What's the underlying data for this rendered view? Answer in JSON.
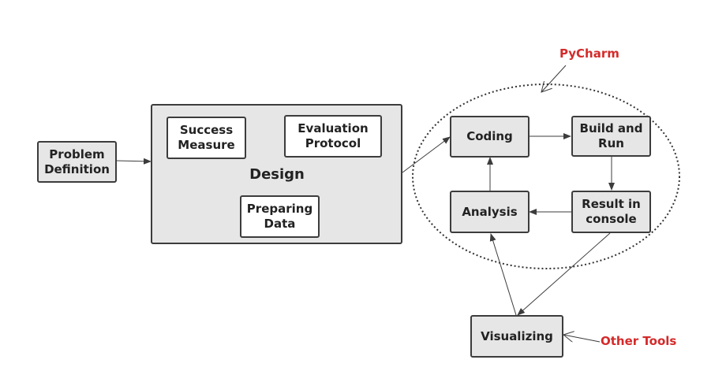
{
  "nodes": {
    "problem_definition": "Problem\nDefinition",
    "design": "Design",
    "success_measure": "Success\nMeasure",
    "evaluation_protocol": "Evaluation\nProtocol",
    "preparing_data": "Preparing\nData",
    "coding": "Coding",
    "build_and_run": "Build and\nRun",
    "analysis": "Analysis",
    "result_in_console": "Result in\nconsole",
    "visualizing": "Visualizing"
  },
  "tools": {
    "pycharm": "PyCharm",
    "other_tools": "Other Tools"
  },
  "colors": {
    "node_fill": "#e6e6e6",
    "inner_fill": "#ffffff",
    "border": "#3c3c3c",
    "tool_label": "#d42a2a"
  },
  "icons": {
    "arrow": "arrow-icon",
    "group": "dotted-ellipse"
  }
}
